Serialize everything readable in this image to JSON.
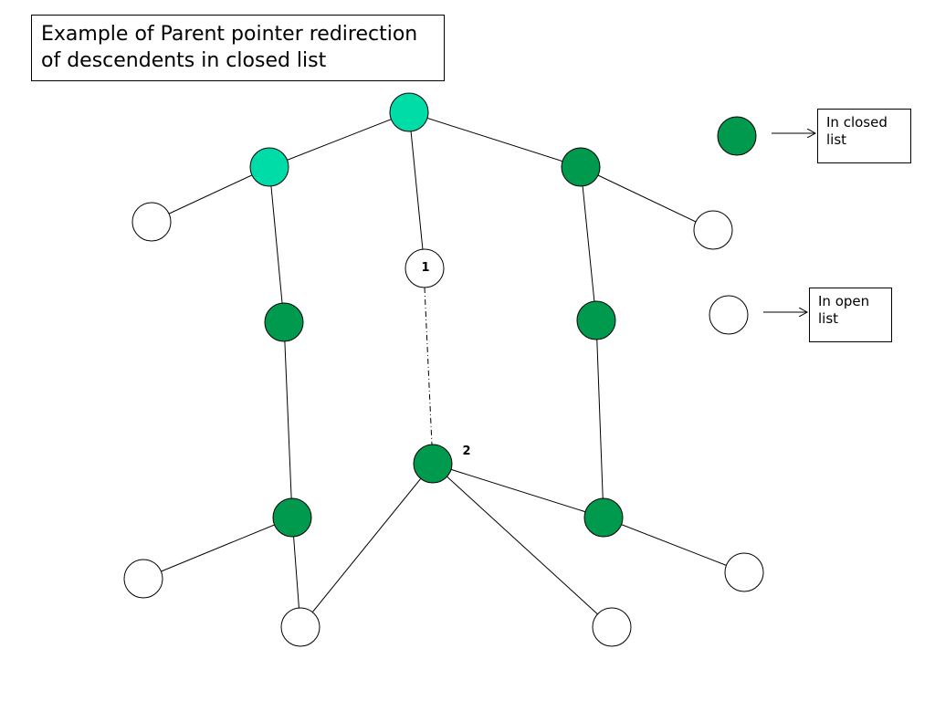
{
  "title": {
    "line1": "Example  of Parent pointer redirection",
    "line2": "of descendents in closed list"
  },
  "legend": {
    "closed": {
      "line1": "In closed",
      "line2": "list",
      "color": "#009a4e"
    },
    "open": {
      "line1": "In open",
      "line2": "list",
      "color": "#ffffff"
    },
    "start_color": "#00dca8"
  },
  "node_labels": {
    "one": "1",
    "two": "2"
  }
}
